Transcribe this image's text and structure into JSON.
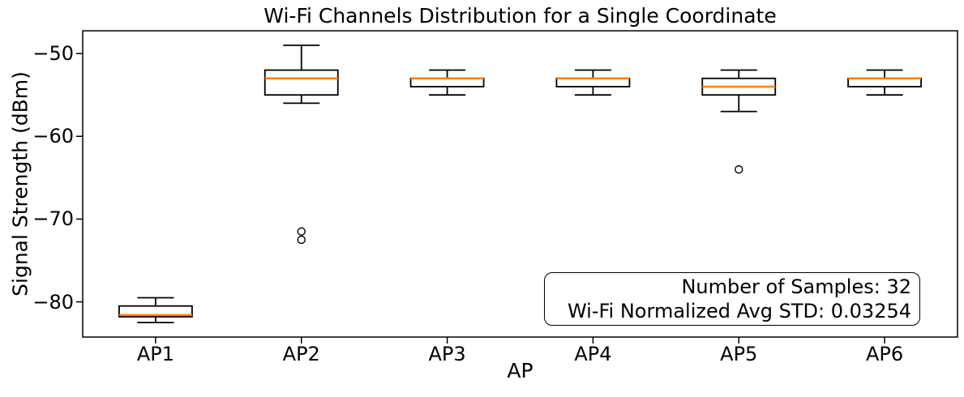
{
  "chart_data": {
    "type": "boxplot",
    "title": "Wi-Fi Channels Distribution for a Single Coordinate",
    "xlabel": "AP",
    "ylabel": "Signal Strength (dBm)",
    "categories": [
      "AP1",
      "AP2",
      "AP3",
      "AP4",
      "AP5",
      "AP6"
    ],
    "ylim": [
      -84.25,
      -47.25
    ],
    "xlim": [
      0.5,
      6.5
    ],
    "grid": false,
    "yticks": [
      {
        "value": -50,
        "label": "−50"
      },
      {
        "value": -60,
        "label": "−60"
      },
      {
        "value": -70,
        "label": "−70"
      },
      {
        "value": -80,
        "label": "−80"
      }
    ],
    "boxes": [
      {
        "label": "AP1",
        "whislo": -82.5,
        "q1": -81.8,
        "med": -81.6,
        "q3": -80.5,
        "whishi": -79.5,
        "fliers": []
      },
      {
        "label": "AP2",
        "whislo": -56,
        "q1": -55,
        "med": -53,
        "q3": -52,
        "whishi": -49,
        "fliers": [
          -71.5,
          -72.5
        ]
      },
      {
        "label": "AP3",
        "whislo": -55,
        "q1": -54,
        "med": -53,
        "q3": -53,
        "whishi": -52,
        "fliers": []
      },
      {
        "label": "AP4",
        "whislo": -55,
        "q1": -54,
        "med": -53,
        "q3": -53,
        "whishi": -52,
        "fliers": []
      },
      {
        "label": "AP5",
        "whislo": -57,
        "q1": -55,
        "med": -54,
        "q3": -53,
        "whishi": -52,
        "fliers": [
          -64
        ]
      },
      {
        "label": "AP6",
        "whislo": -55,
        "q1": -54,
        "med": -53,
        "q3": -53,
        "whishi": -52,
        "fliers": []
      }
    ],
    "annotation": {
      "line1": "Number of Samples: 32",
      "line2": "Wi-Fi Normalized Avg STD: 0.03254",
      "number_of_samples": 32,
      "wifi_normalized_avg_std": 0.03254
    },
    "colors": {
      "median": "#ff7f0e",
      "box": "#000000",
      "axes": "#000000",
      "background": "#ffffff"
    },
    "legend": null
  }
}
